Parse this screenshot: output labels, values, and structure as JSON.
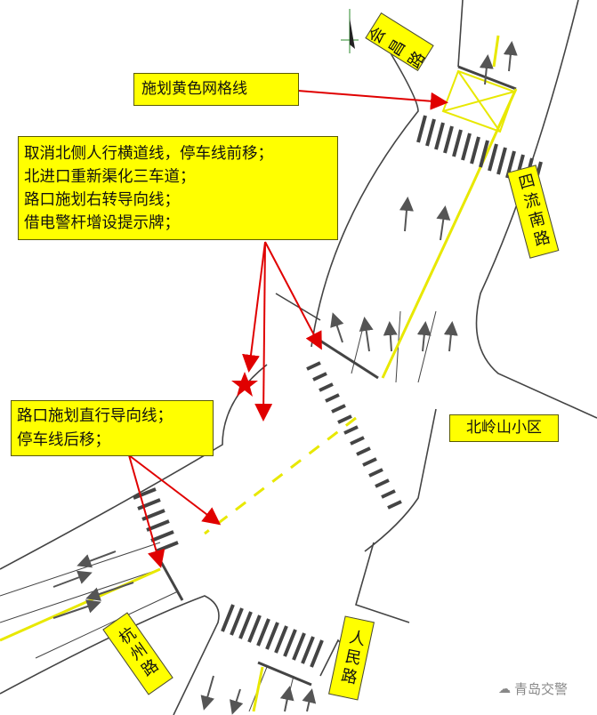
{
  "labels": {
    "huichang_road": "会昌路",
    "sili_south_road": "四流南路",
    "beilingshan": "北岭山小区",
    "hangzhou_road": "杭州路",
    "renmin_road": "人民路"
  },
  "notes": {
    "yellow_grid": "施划黄色网格线",
    "north_entry": [
      "取消北侧人行横道线，停车线前移；",
      "北进口重新渠化三车道；",
      "路口施划右转导向线；",
      "借电警杆增设提示牌；"
    ],
    "south_entry": [
      "路口施划直行导向线；",
      "停车线后移；"
    ]
  },
  "watermark": "青岛交警",
  "colors": {
    "label_bg": "#ffff00",
    "arrow": "#e00000",
    "road_line": "#333333",
    "center_line": "#e8e800"
  }
}
